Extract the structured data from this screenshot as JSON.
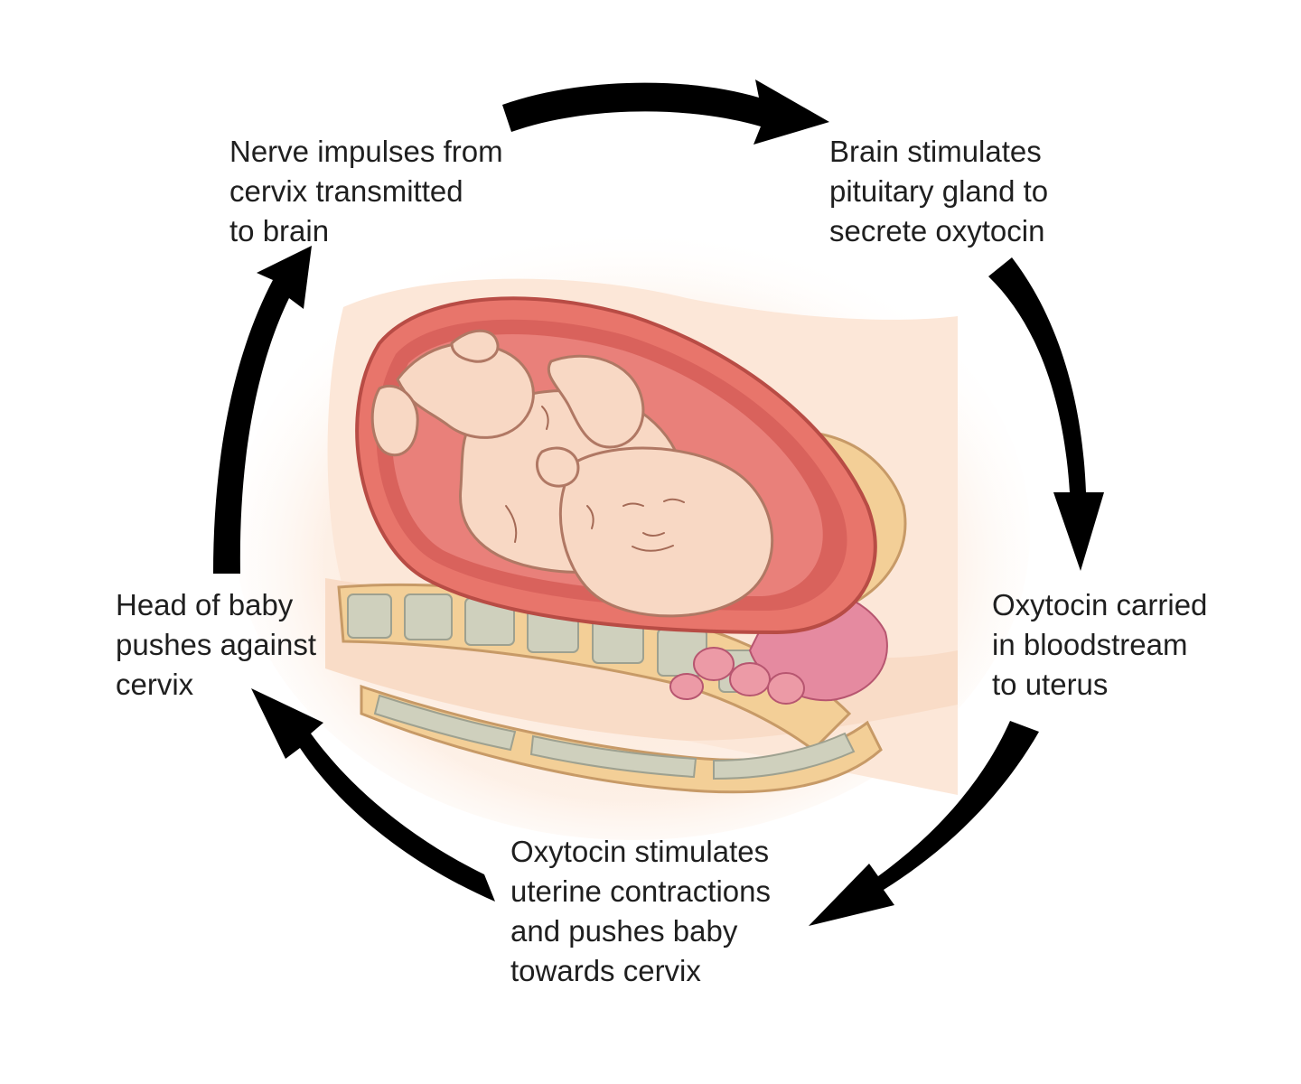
{
  "steps": [
    {
      "id": "nerve",
      "lines": [
        "Nerve impulses from",
        "cervix transmitted",
        "to brain"
      ]
    },
    {
      "id": "brain",
      "lines": [
        "Brain stimulates",
        "pituitary gland to",
        "secrete oxytocin"
      ]
    },
    {
      "id": "carried",
      "lines": [
        "Oxytocin carried",
        "in bloodstream",
        "to uterus"
      ]
    },
    {
      "id": "contractions",
      "lines": [
        "Oxytocin stimulates",
        "uterine contractions",
        "and pushes baby",
        "towards cervix"
      ]
    },
    {
      "id": "head",
      "lines": [
        "Head of baby",
        "pushes against",
        "cervix"
      ]
    }
  ],
  "colors": {
    "arrow": "#000000",
    "text": "#1f1f1f",
    "skin": "#fce7d8",
    "uterus_wall": "#e8756b",
    "uterus_inner": "#d9625c",
    "fetus_skin": "#f8d8c4",
    "fetus_outline": "#b07864",
    "spine_bone": "#cfd0bd",
    "spine_frame": "#f3cf97",
    "bladder": "#e58aa0"
  },
  "icons": [
    "cycle-arrow-icon",
    "fetus-in-uterus-illustration"
  ]
}
